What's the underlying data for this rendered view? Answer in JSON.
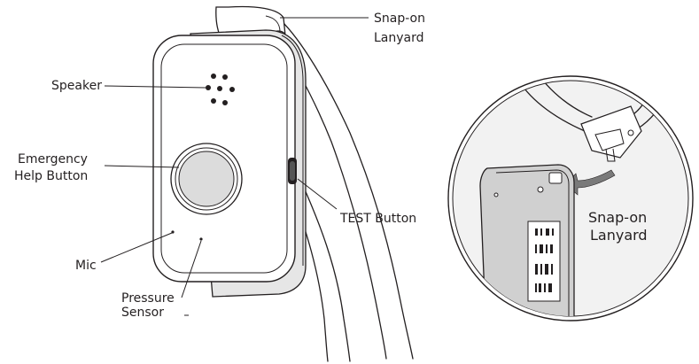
{
  "labels": {
    "snap_on_lanyard_top_line1": "Snap-on",
    "snap_on_lanyard_top_line2": "Lanyard",
    "speaker": "Speaker",
    "emergency_line1": "Emergency",
    "emergency_line2": "Help Button",
    "test_button": "TEST Button",
    "mic": "Mic",
    "pressure_line1": "Pressure",
    "pressure_line2": "Sensor",
    "snap_on_lanyard_detail_line1": "Snap-on",
    "snap_on_lanyard_detail_line2": "Lanyard"
  },
  "colors": {
    "line": "#231f20",
    "button_fill": "#dcdcdc",
    "device_side": "#e6e6e6",
    "device_back": "#d0d0d0",
    "detail_circle": "#f2f2f2"
  }
}
